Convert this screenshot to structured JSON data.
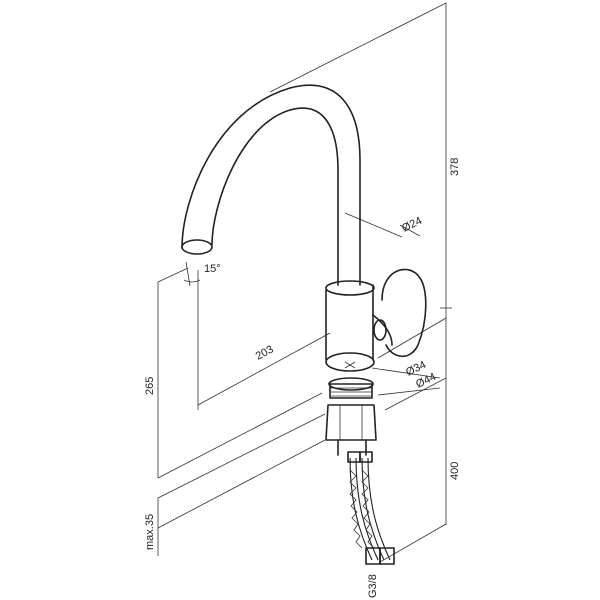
{
  "drawing": {
    "dimensions": {
      "height_total": "378",
      "diameter_spout": "Ø24",
      "angle": "15°",
      "spout_reach": "203",
      "spout_height": "265",
      "diameter_thread": "Ø34",
      "diameter_base": "Ø44",
      "hose_length": "400",
      "counter_thickness": "max.35",
      "connection_thread": "G3/8"
    }
  }
}
